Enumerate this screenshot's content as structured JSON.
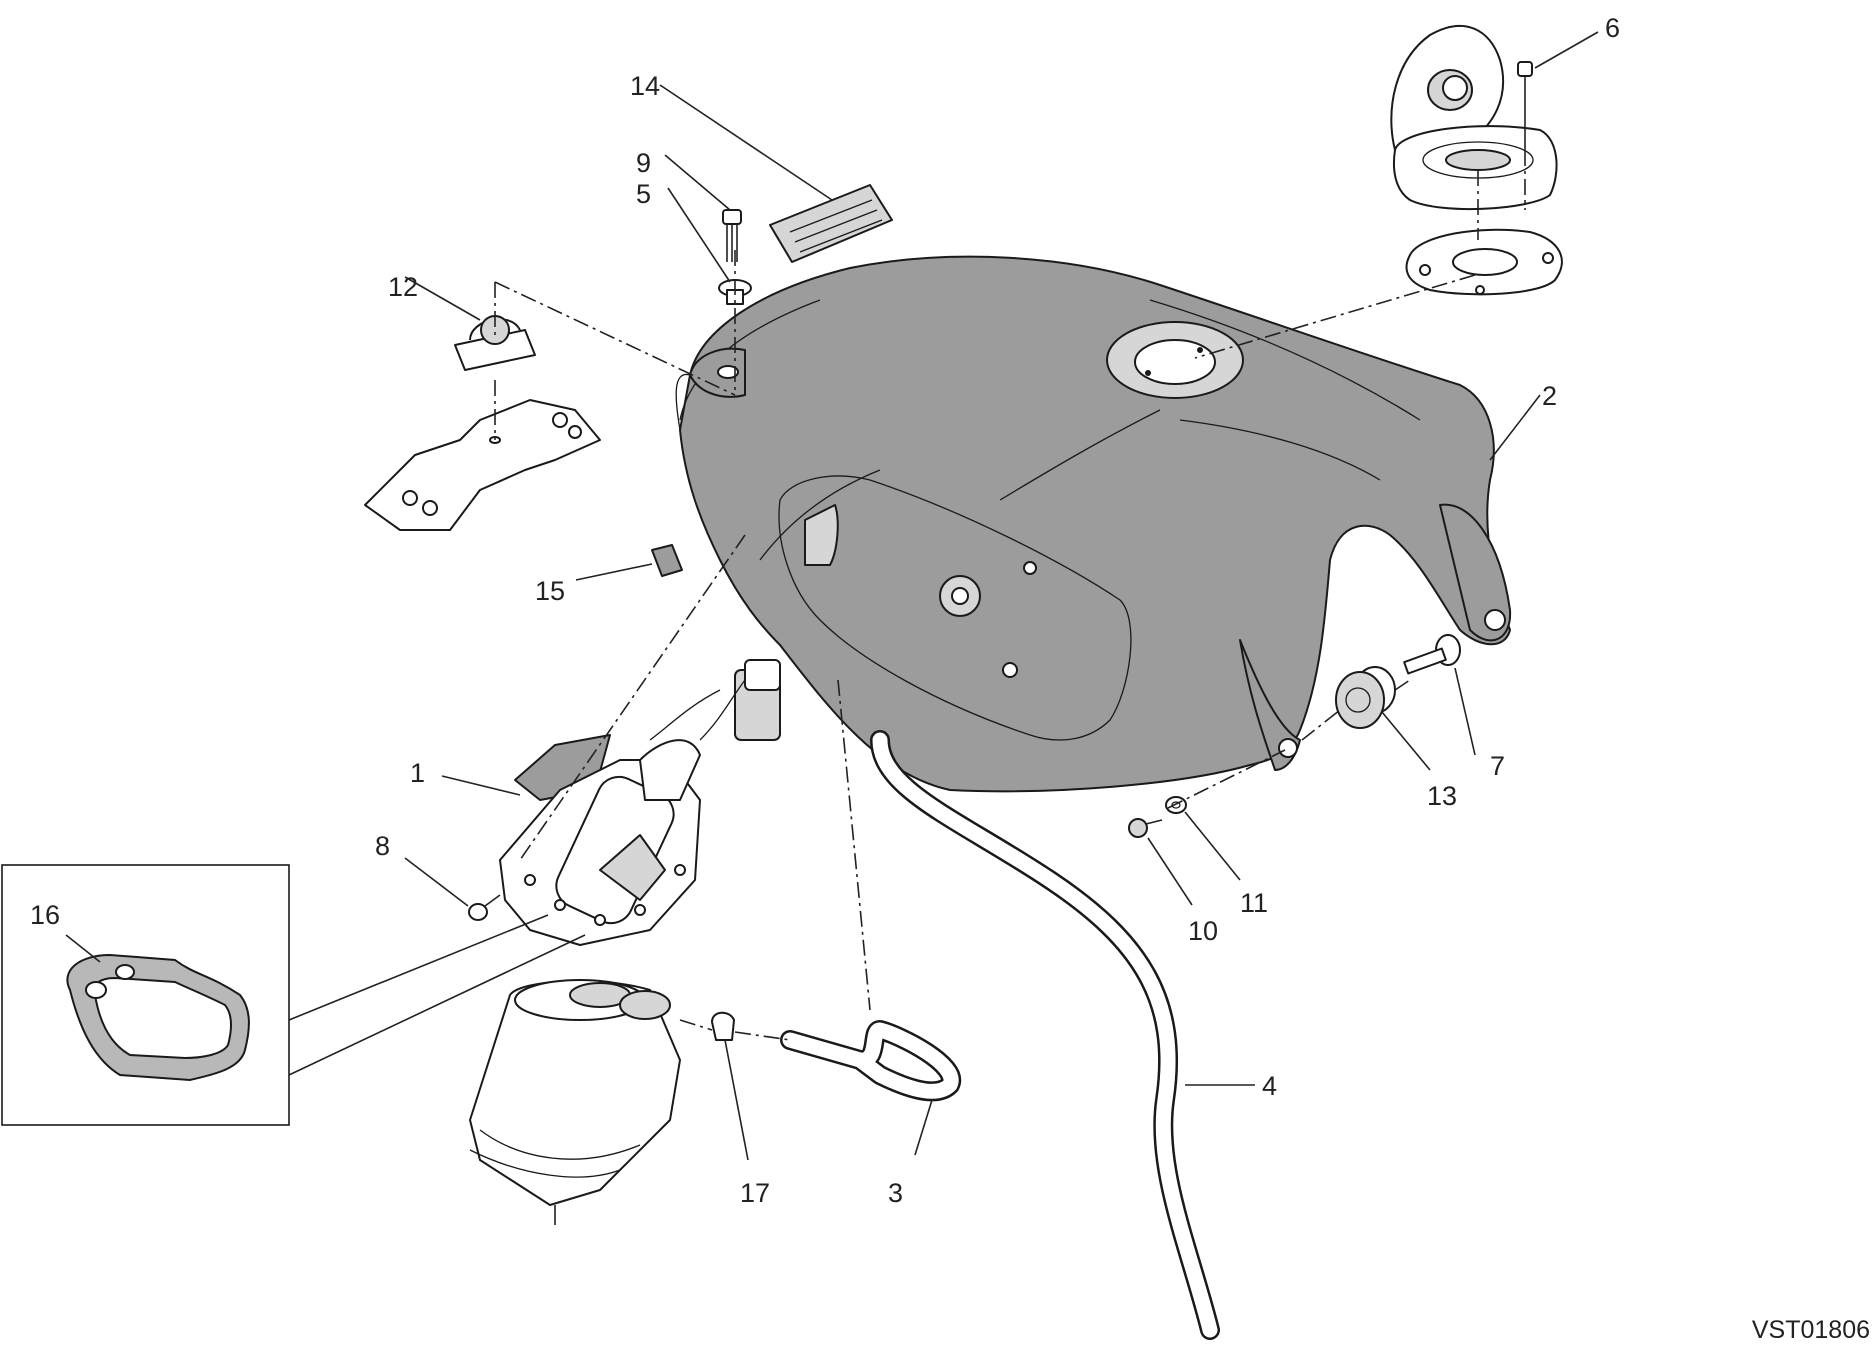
{
  "drawing_code": "VST01806",
  "callouts": [
    {
      "id": "1",
      "label": "1"
    },
    {
      "id": "2",
      "label": "2"
    },
    {
      "id": "3",
      "label": "3"
    },
    {
      "id": "4",
      "label": "4"
    },
    {
      "id": "5",
      "label": "5"
    },
    {
      "id": "6",
      "label": "6"
    },
    {
      "id": "7",
      "label": "7"
    },
    {
      "id": "8",
      "label": "8"
    },
    {
      "id": "9",
      "label": "9"
    },
    {
      "id": "10",
      "label": "10"
    },
    {
      "id": "11",
      "label": "11"
    },
    {
      "id": "12",
      "label": "12"
    },
    {
      "id": "13",
      "label": "13"
    },
    {
      "id": "14",
      "label": "14"
    },
    {
      "id": "15",
      "label": "15"
    },
    {
      "id": "16",
      "label": "16"
    },
    {
      "id": "17",
      "label": "17"
    }
  ],
  "colors": {
    "tank_fill": "#9c9c9c",
    "line": "#1a1a1a",
    "background": "#ffffff"
  }
}
